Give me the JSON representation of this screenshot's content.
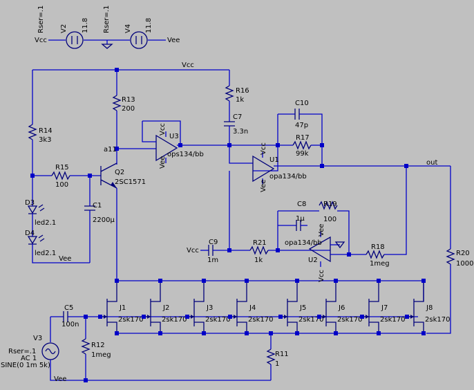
{
  "labels": {
    "v2_name": "V2",
    "v2_value": "11.8",
    "v2_rser": "Rser=.1",
    "v4_name": "V4",
    "v4_value": "11.8",
    "v4_rser": "Rser=.1",
    "vcc_top": "Vcc",
    "vee_top": "Vee",
    "vcc_rail": "Vcc",
    "r13_name": "R13",
    "r13_value": "200",
    "r14_name": "R14",
    "r14_value": "3k3",
    "r15_name": "R15",
    "r15_value": "100",
    "r16_name": "R16",
    "r16_value": "1k",
    "c7_name": "C7",
    "c7_value": "3.3n",
    "c10_name": "C10",
    "c10_value": "47p",
    "r17_name": "R17",
    "r17_value": "99k",
    "u3_name": "U3",
    "u3_model": "ops134/bb",
    "u3_vcc": "Vcc",
    "u3_vee": "Vee",
    "u1_name": "U1",
    "u1_model": "opa134/bb",
    "u1_vcc": "Vcc",
    "u1_vee": "Vee",
    "a11": "a11",
    "q2_name": "Q2",
    "q2_model": "2SC1571",
    "c1_name": "C1",
    "c1_value": "2200µ",
    "d3_name": "D3",
    "d3_model": "led2.1",
    "d4_name": "D4",
    "d4_model": "led2.1",
    "vee_d": "Vee",
    "out": "out",
    "c8_name": "C8",
    "c8_value": "1µ",
    "r19_name": "R19",
    "r19_value": "100",
    "vcc_c9": "Vcc",
    "c9_name": "C9",
    "c9_value": "1m",
    "r21_name": "R21",
    "r21_value": "1k",
    "u2_name": "U2",
    "u2_model": "opa134/bb",
    "u2_vee": "Vee",
    "u2_vcc": "Vcc",
    "r18_name": "R18",
    "r18_value": "1meg",
    "r20_name": "R20",
    "r20_value": "1000",
    "c5_name": "C5",
    "c5_value": "100n",
    "r12_name": "R12",
    "r12_value": "1meg",
    "r11_name": "R11",
    "r11_value": "1",
    "v3_name": "V3",
    "v3_rser": "Rser=.1",
    "v3_ac": "AC 1",
    "v3_sine": "SINE(0 1m 5k)",
    "vee_bottom": "Vee",
    "j1": "J1",
    "j2": "J2",
    "j3": "J3",
    "j4": "J4",
    "j5": "J5",
    "j6": "J6",
    "j7": "J7",
    "j8": "J8",
    "jfet_model": "2sk170"
  }
}
